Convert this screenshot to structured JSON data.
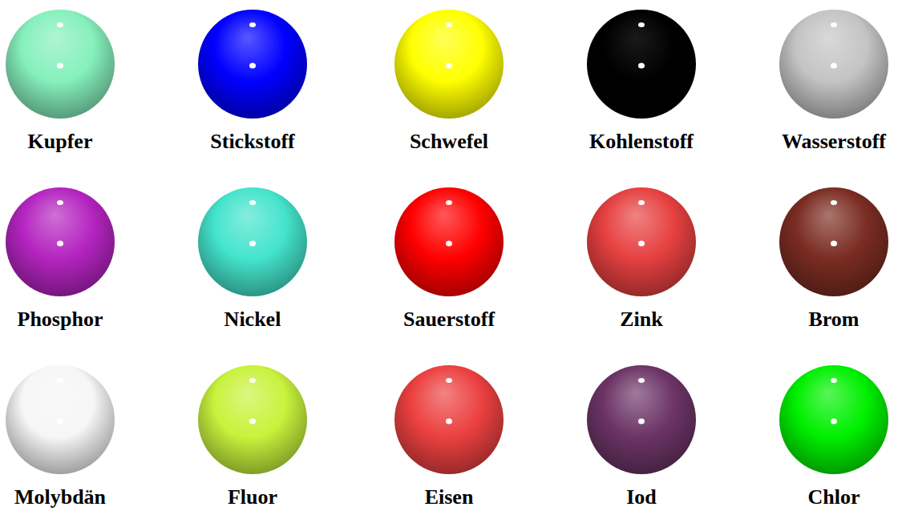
{
  "diagram": {
    "nodes": [
      {
        "text": [
          "Kupfer"
        ]
      },
      {
        "text": [
          "Stickstoff"
        ]
      },
      {
        "text": [
          "Schwefel"
        ]
      },
      {
        "text": [
          "Kohlenstoff"
        ]
      },
      {
        "text": [
          "Wasserstoff"
        ]
      },
      {
        "text": [
          "Phosphor"
        ]
      },
      {
        "text": [
          "Nickel"
        ]
      },
      {
        "text": [
          "Sauerstoff"
        ]
      },
      {
        "text": [
          "Zink"
        ]
      },
      {
        "text": [
          "Brom"
        ]
      },
      {
        "text": [
          "Molybdän"
        ]
      },
      {
        "text": [
          "Fluor"
        ]
      },
      {
        "text": [
          "Eisen"
        ]
      },
      {
        "text": [
          "Iod"
        ]
      },
      {
        "text": [
          "Chlor"
        ]
      }
    ]
  }
}
